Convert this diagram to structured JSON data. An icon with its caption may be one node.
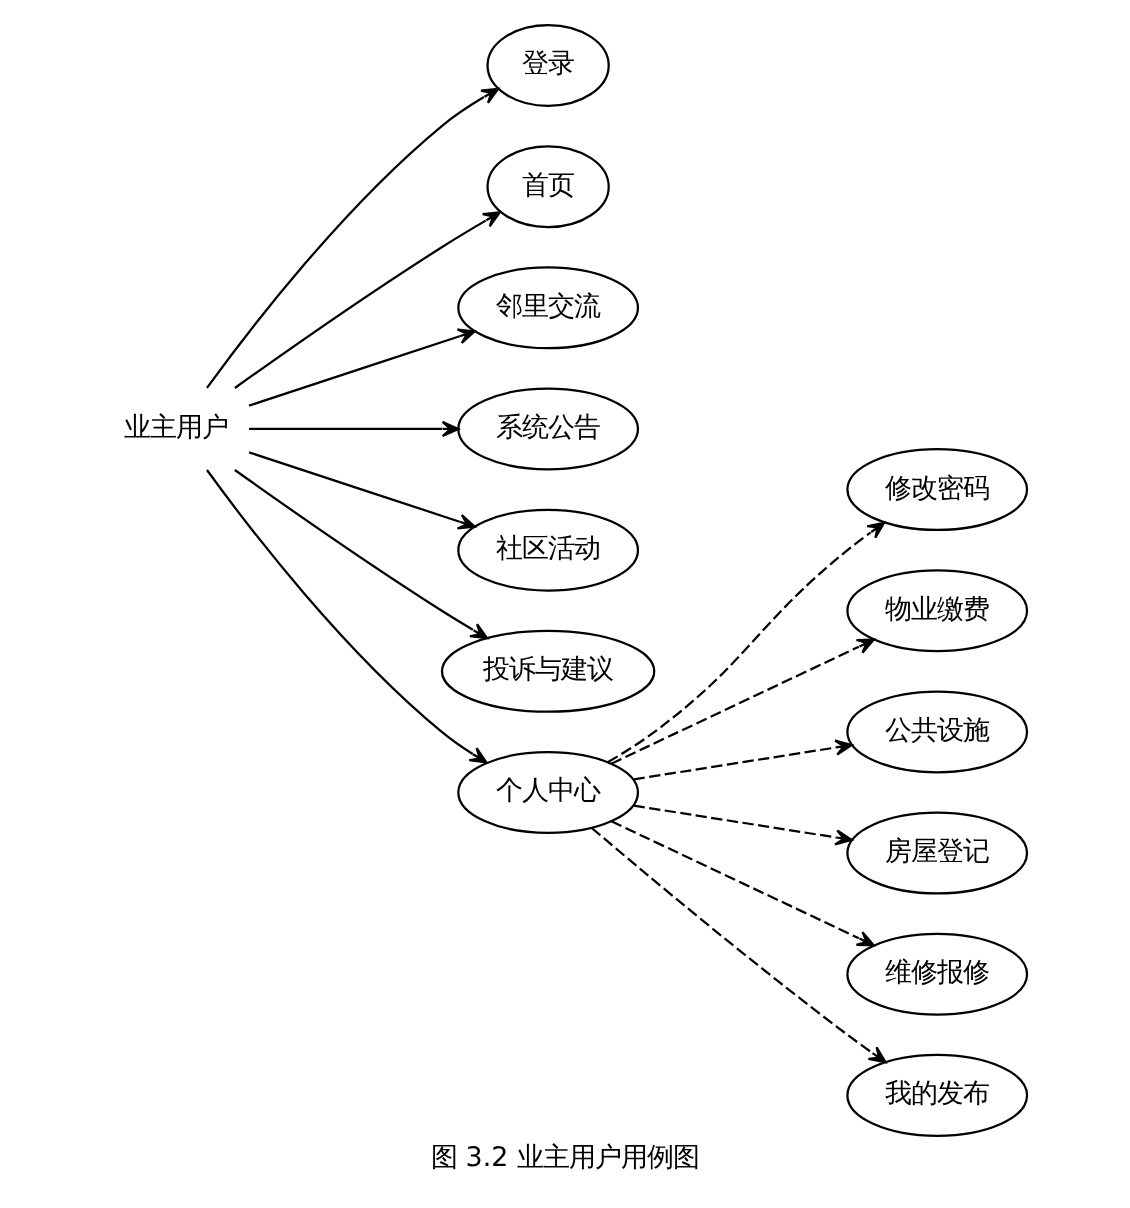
{
  "diagram": {
    "caption": "图 3.2 业主用户用例图",
    "nodes": [
      {
        "text": [
          "业主用户"
        ]
      },
      {
        "text": [
          "登录"
        ]
      },
      {
        "text": [
          "首页"
        ]
      },
      {
        "text": [
          "邻里交流"
        ]
      },
      {
        "text": [
          "系统公告"
        ]
      },
      {
        "text": [
          "社区活动"
        ]
      },
      {
        "text": [
          "投诉与建议"
        ]
      },
      {
        "text": [
          "个人中心"
        ]
      },
      {
        "text": [
          "修改密码"
        ]
      },
      {
        "text": [
          "物业缴费"
        ]
      },
      {
        "text": [
          "公共设施"
        ]
      },
      {
        "text": [
          "房屋登记"
        ]
      },
      {
        "text": [
          "维修报修"
        ]
      },
      {
        "text": [
          "我的发布"
        ]
      }
    ],
    "edges": [
      {
        "from": 0,
        "to": 1,
        "arrow": "to"
      },
      {
        "from": 0,
        "to": 2,
        "arrow": "to"
      },
      {
        "from": 0,
        "to": 3,
        "arrow": "to"
      },
      {
        "from": 0,
        "to": 4,
        "arrow": "to"
      },
      {
        "from": 0,
        "to": 5,
        "arrow": "to"
      },
      {
        "from": 0,
        "to": 6,
        "arrow": "to"
      },
      {
        "from": 0,
        "to": 7,
        "arrow": "to"
      },
      {
        "from": 7,
        "to": 8,
        "arrow": "to",
        "style": "dashed"
      },
      {
        "from": 7,
        "to": 9,
        "arrow": "to",
        "style": "dashed"
      },
      {
        "from": 7,
        "to": 10,
        "arrow": "to",
        "style": "dashed"
      },
      {
        "from": 7,
        "to": 11,
        "arrow": "to",
        "style": "dashed"
      },
      {
        "from": 7,
        "to": 12,
        "arrow": "to",
        "style": "dashed"
      },
      {
        "from": 7,
        "to": 13,
        "arrow": "to",
        "style": "dashed"
      }
    ]
  }
}
